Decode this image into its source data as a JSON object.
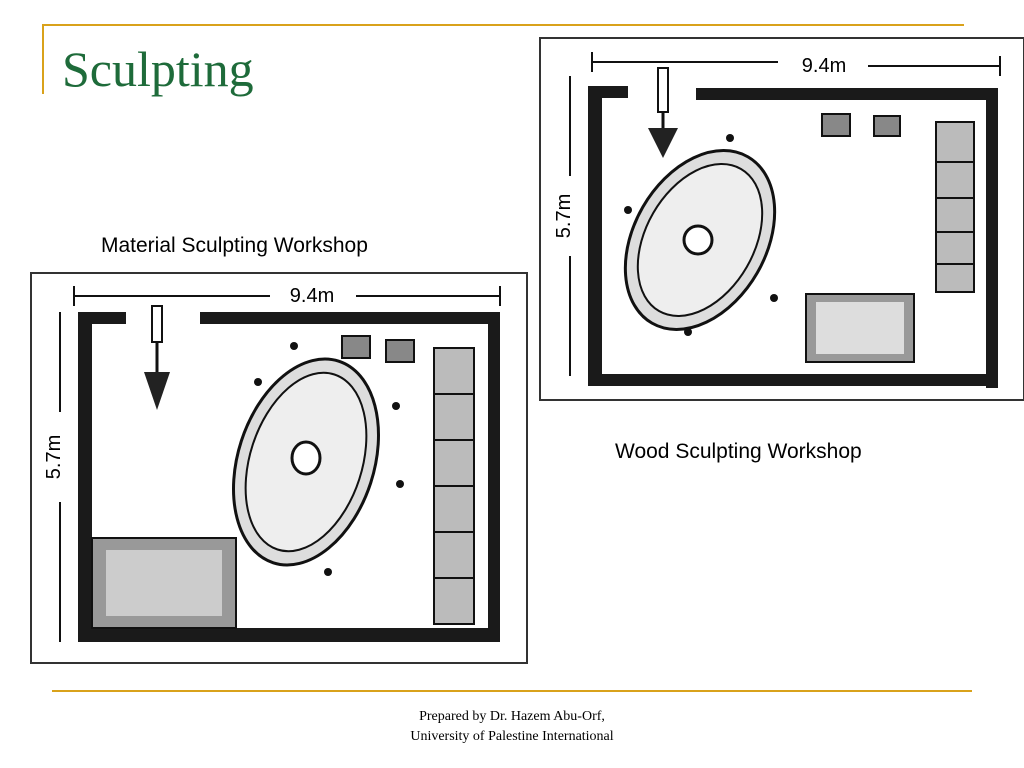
{
  "slide": {
    "title": "Sculpting",
    "footer_line1": "Prepared by Dr. Hazem Abu-Orf,",
    "footer_line2": "University of Palestine International",
    "accent_color": "#d9a21b",
    "title_color": "#1e6b3a"
  },
  "material_plan": {
    "caption": "Material Sculpting Workshop",
    "width_label": "9.4m",
    "height_label": "5.7m"
  },
  "wood_plan": {
    "caption": "Wood Sculpting Workshop",
    "width_label": "9.4m",
    "height_label": "5.7m"
  }
}
